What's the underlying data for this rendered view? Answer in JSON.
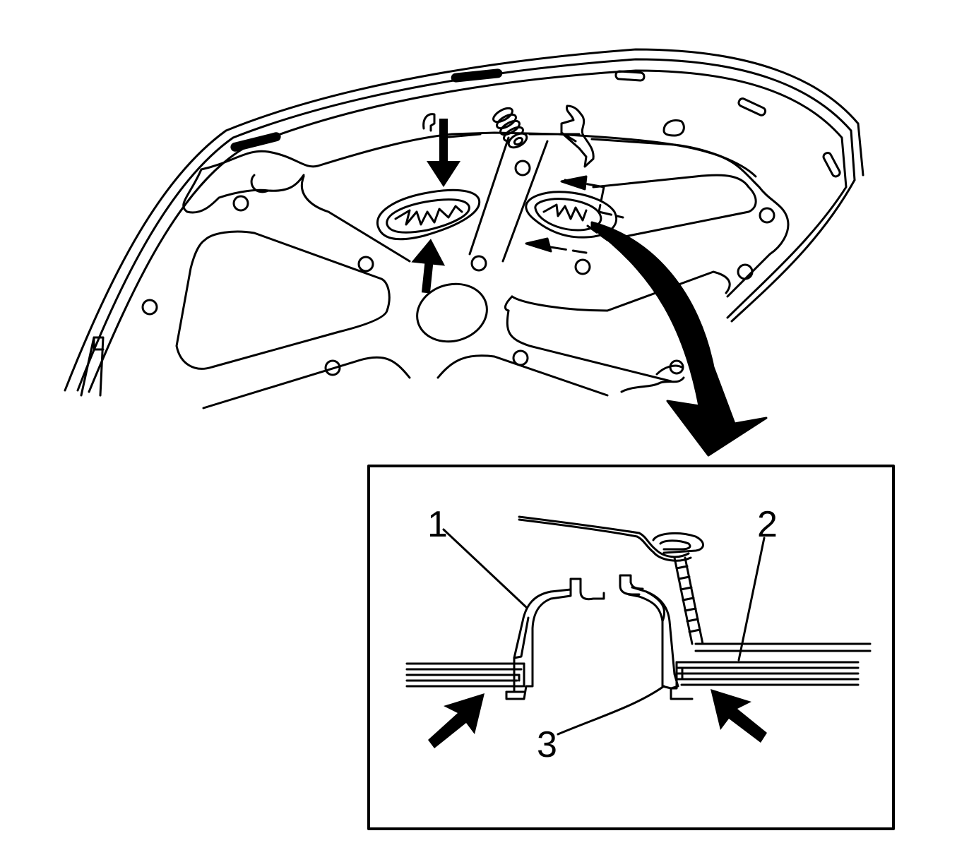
{
  "diagram": {
    "ink_color": "#000000",
    "background_color": "#ffffff",
    "callouts": [
      {
        "id": "1",
        "label": "1"
      },
      {
        "id": "2",
        "label": "2"
      },
      {
        "id": "3",
        "label": "3"
      }
    ],
    "icons": [
      "arrow-down-icon",
      "arrow-up-icon",
      "detail-arrow-icon",
      "push-arrow-icon"
    ]
  }
}
